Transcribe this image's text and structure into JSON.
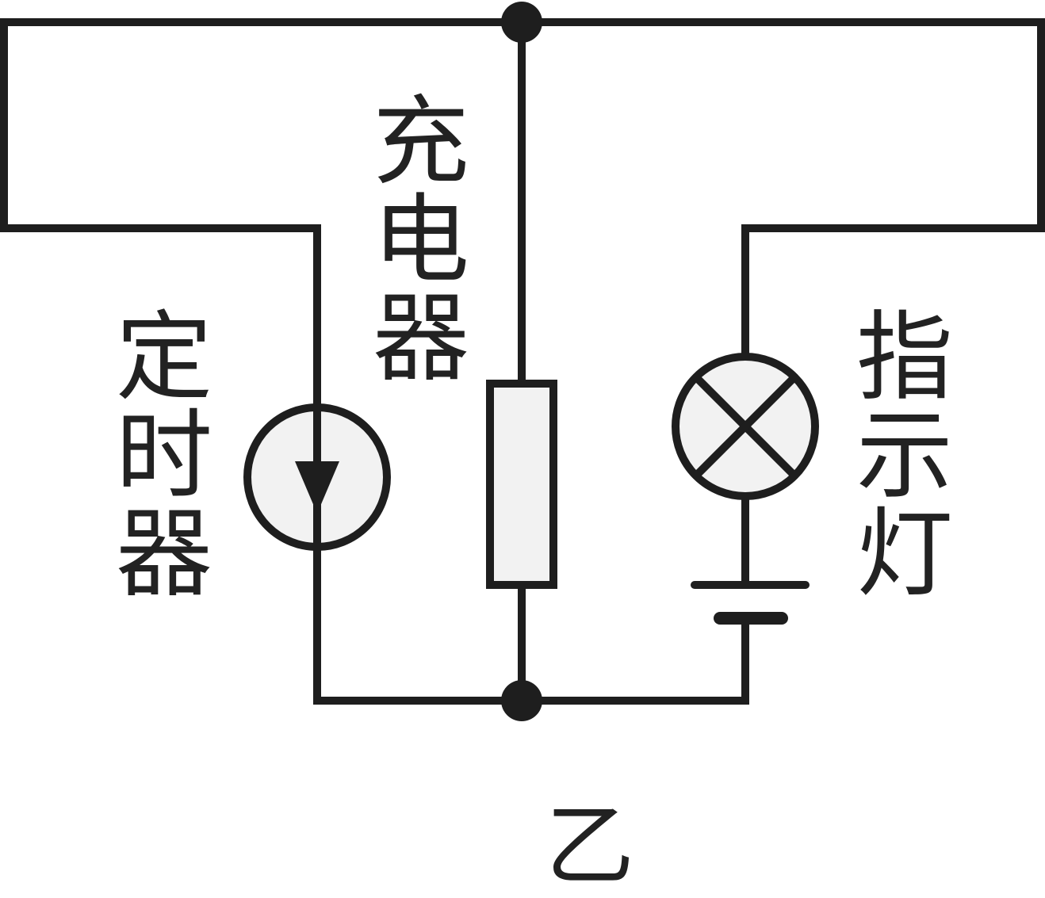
{
  "labels": {
    "charger": [
      "充",
      "电",
      "器"
    ],
    "timer": [
      "定",
      "时",
      "器"
    ],
    "indicator": [
      "指",
      "示",
      "灯"
    ],
    "caption": "乙"
  },
  "colors": {
    "wire": "#1e1e1e",
    "component_fill": "#f2f2f2",
    "background": "#ffffff"
  },
  "components": {
    "charger": "resistor-rectangle",
    "timer": "current-source-with-down-arrow",
    "indicator_lamp": "lamp-with-cross",
    "battery": "battery-cell"
  }
}
